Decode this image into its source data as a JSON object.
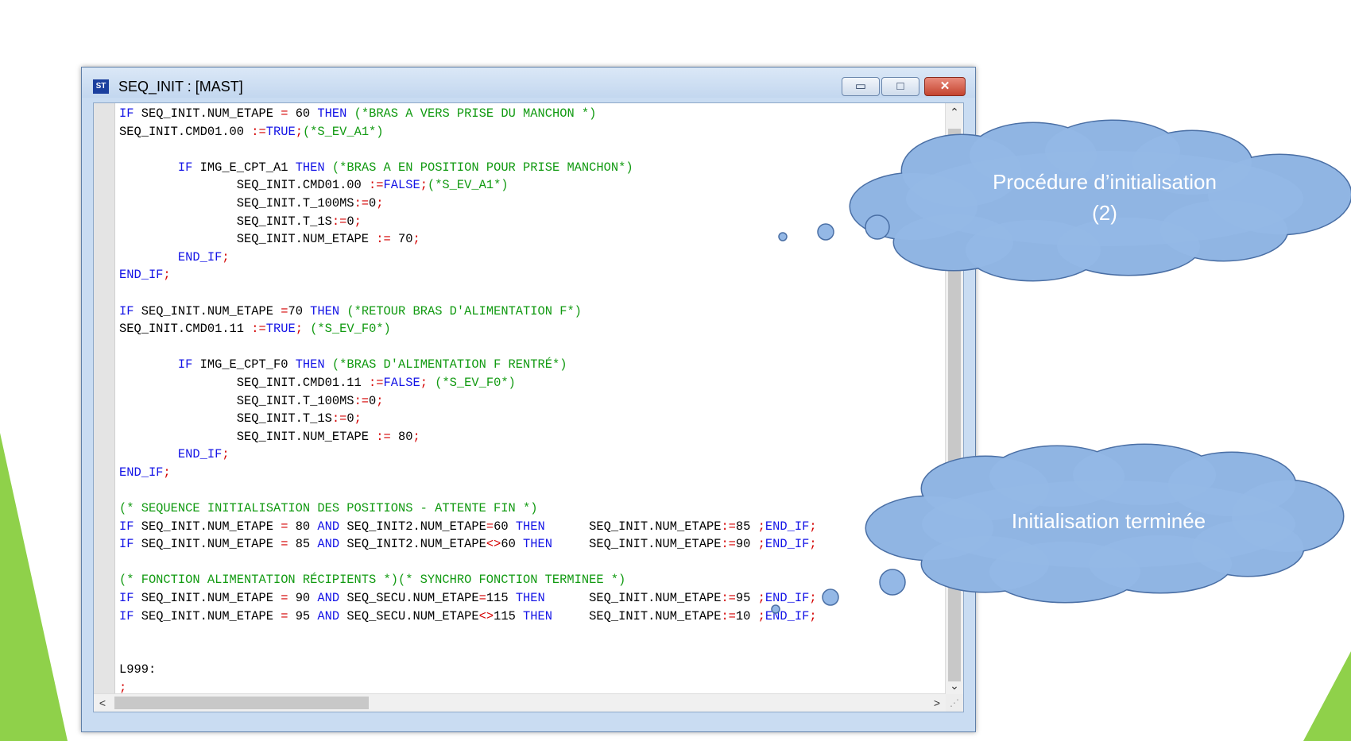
{
  "window": {
    "app_icon": "ST",
    "title": "SEQ_INIT : [MAST]",
    "buttons": {
      "minimize": "▭",
      "maximize": "□",
      "close": "✕"
    }
  },
  "code_lines": [
    [
      {
        "t": "k",
        "v": "IF"
      },
      {
        "t": "n",
        "v": " SEQ_INIT.NUM_ETAPE "
      },
      {
        "t": "o",
        "v": "="
      },
      {
        "t": "n",
        "v": " 60 "
      },
      {
        "t": "k",
        "v": "THEN"
      },
      {
        "t": "n",
        "v": " "
      },
      {
        "t": "c",
        "v": "(*BRAS A VERS PRISE DU MANCHON *)"
      }
    ],
    [
      {
        "t": "n",
        "v": "SEQ_INIT.CMD01.00 "
      },
      {
        "t": "o",
        "v": ":="
      },
      {
        "t": "k",
        "v": "TRUE"
      },
      {
        "t": "o",
        "v": ";"
      },
      {
        "t": "c",
        "v": "(*S_EV_A1*)"
      }
    ],
    [],
    [
      {
        "t": "n",
        "v": "        "
      },
      {
        "t": "k",
        "v": "IF"
      },
      {
        "t": "n",
        "v": " IMG_E_CPT_A1 "
      },
      {
        "t": "k",
        "v": "THEN"
      },
      {
        "t": "n",
        "v": " "
      },
      {
        "t": "c",
        "v": "(*BRAS A EN POSITION POUR PRISE MANCHON*)"
      }
    ],
    [
      {
        "t": "n",
        "v": "                SEQ_INIT.CMD01.00 "
      },
      {
        "t": "o",
        "v": ":="
      },
      {
        "t": "k",
        "v": "FALSE"
      },
      {
        "t": "o",
        "v": ";"
      },
      {
        "t": "c",
        "v": "(*S_EV_A1*)"
      }
    ],
    [
      {
        "t": "n",
        "v": "                SEQ_INIT.T_100MS"
      },
      {
        "t": "o",
        "v": ":="
      },
      {
        "t": "n",
        "v": "0"
      },
      {
        "t": "o",
        "v": ";"
      }
    ],
    [
      {
        "t": "n",
        "v": "                SEQ_INIT.T_1S"
      },
      {
        "t": "o",
        "v": ":="
      },
      {
        "t": "n",
        "v": "0"
      },
      {
        "t": "o",
        "v": ";"
      }
    ],
    [
      {
        "t": "n",
        "v": "                SEQ_INIT.NUM_ETAPE "
      },
      {
        "t": "o",
        "v": ":="
      },
      {
        "t": "n",
        "v": " 70"
      },
      {
        "t": "o",
        "v": ";"
      }
    ],
    [
      {
        "t": "n",
        "v": "        "
      },
      {
        "t": "k",
        "v": "END_IF"
      },
      {
        "t": "o",
        "v": ";"
      }
    ],
    [
      {
        "t": "k",
        "v": "END_IF"
      },
      {
        "t": "o",
        "v": ";"
      }
    ],
    [],
    [
      {
        "t": "k",
        "v": "IF"
      },
      {
        "t": "n",
        "v": " SEQ_INIT.NUM_ETAPE "
      },
      {
        "t": "o",
        "v": "="
      },
      {
        "t": "n",
        "v": "70 "
      },
      {
        "t": "k",
        "v": "THEN"
      },
      {
        "t": "n",
        "v": " "
      },
      {
        "t": "c",
        "v": "(*RETOUR BRAS D'ALIMENTATION F*)"
      }
    ],
    [
      {
        "t": "n",
        "v": "SEQ_INIT.CMD01.11 "
      },
      {
        "t": "o",
        "v": ":="
      },
      {
        "t": "k",
        "v": "TRUE"
      },
      {
        "t": "o",
        "v": ";"
      },
      {
        "t": "n",
        "v": " "
      },
      {
        "t": "c",
        "v": "(*S_EV_F0*)"
      }
    ],
    [],
    [
      {
        "t": "n",
        "v": "        "
      },
      {
        "t": "k",
        "v": "IF"
      },
      {
        "t": "n",
        "v": " IMG_E_CPT_F0 "
      },
      {
        "t": "k",
        "v": "THEN"
      },
      {
        "t": "n",
        "v": " "
      },
      {
        "t": "c",
        "v": "(*BRAS D'ALIMENTATION F RENTRÉ*)"
      }
    ],
    [
      {
        "t": "n",
        "v": "                SEQ_INIT.CMD01.11 "
      },
      {
        "t": "o",
        "v": ":="
      },
      {
        "t": "k",
        "v": "FALSE"
      },
      {
        "t": "o",
        "v": ";"
      },
      {
        "t": "n",
        "v": " "
      },
      {
        "t": "c",
        "v": "(*S_EV_F0*)"
      }
    ],
    [
      {
        "t": "n",
        "v": "                SEQ_INIT.T_100MS"
      },
      {
        "t": "o",
        "v": ":="
      },
      {
        "t": "n",
        "v": "0"
      },
      {
        "t": "o",
        "v": ";"
      }
    ],
    [
      {
        "t": "n",
        "v": "                SEQ_INIT.T_1S"
      },
      {
        "t": "o",
        "v": ":="
      },
      {
        "t": "n",
        "v": "0"
      },
      {
        "t": "o",
        "v": ";"
      }
    ],
    [
      {
        "t": "n",
        "v": "                SEQ_INIT.NUM_ETAPE "
      },
      {
        "t": "o",
        "v": ":="
      },
      {
        "t": "n",
        "v": " 80"
      },
      {
        "t": "o",
        "v": ";"
      }
    ],
    [
      {
        "t": "n",
        "v": "        "
      },
      {
        "t": "k",
        "v": "END_IF"
      },
      {
        "t": "o",
        "v": ";"
      }
    ],
    [
      {
        "t": "k",
        "v": "END_IF"
      },
      {
        "t": "o",
        "v": ";"
      }
    ],
    [],
    [
      {
        "t": "c",
        "v": "(* SEQUENCE INITIALISATION DES POSITIONS - ATTENTE FIN *)"
      }
    ],
    [
      {
        "t": "k",
        "v": "IF"
      },
      {
        "t": "n",
        "v": " SEQ_INIT.NUM_ETAPE "
      },
      {
        "t": "o",
        "v": "="
      },
      {
        "t": "n",
        "v": " 80 "
      },
      {
        "t": "k",
        "v": "AND"
      },
      {
        "t": "n",
        "v": " SEQ_INIT2.NUM_ETAPE"
      },
      {
        "t": "o",
        "v": "="
      },
      {
        "t": "n",
        "v": "60 "
      },
      {
        "t": "k",
        "v": "THEN"
      },
      {
        "t": "n",
        "v": "      SEQ_INIT.NUM_ETAPE"
      },
      {
        "t": "o",
        "v": ":="
      },
      {
        "t": "n",
        "v": "85 "
      },
      {
        "t": "o",
        "v": ";"
      },
      {
        "t": "k",
        "v": "END_IF"
      },
      {
        "t": "o",
        "v": ";"
      }
    ],
    [
      {
        "t": "k",
        "v": "IF"
      },
      {
        "t": "n",
        "v": " SEQ_INIT.NUM_ETAPE "
      },
      {
        "t": "o",
        "v": "="
      },
      {
        "t": "n",
        "v": " 85 "
      },
      {
        "t": "k",
        "v": "AND"
      },
      {
        "t": "n",
        "v": " SEQ_INIT2.NUM_ETAPE"
      },
      {
        "t": "o",
        "v": "<>"
      },
      {
        "t": "n",
        "v": "60 "
      },
      {
        "t": "k",
        "v": "THEN"
      },
      {
        "t": "n",
        "v": "     SEQ_INIT.NUM_ETAPE"
      },
      {
        "t": "o",
        "v": ":="
      },
      {
        "t": "n",
        "v": "90 "
      },
      {
        "t": "o",
        "v": ";"
      },
      {
        "t": "k",
        "v": "END_IF"
      },
      {
        "t": "o",
        "v": ";"
      }
    ],
    [],
    [
      {
        "t": "c",
        "v": "(* FONCTION ALIMENTATION RÉCIPIENTS *)(* SYNCHRO FONCTION TERMINEE *)"
      }
    ],
    [
      {
        "t": "k",
        "v": "IF"
      },
      {
        "t": "n",
        "v": " SEQ_INIT.NUM_ETAPE "
      },
      {
        "t": "o",
        "v": "="
      },
      {
        "t": "n",
        "v": " 90 "
      },
      {
        "t": "k",
        "v": "AND"
      },
      {
        "t": "n",
        "v": " SEQ_SECU.NUM_ETAPE"
      },
      {
        "t": "o",
        "v": "="
      },
      {
        "t": "n",
        "v": "115 "
      },
      {
        "t": "k",
        "v": "THEN"
      },
      {
        "t": "n",
        "v": "      SEQ_INIT.NUM_ETAPE"
      },
      {
        "t": "o",
        "v": ":="
      },
      {
        "t": "n",
        "v": "95 "
      },
      {
        "t": "o",
        "v": ";"
      },
      {
        "t": "k",
        "v": "END_IF"
      },
      {
        "t": "o",
        "v": ";"
      }
    ],
    [
      {
        "t": "k",
        "v": "IF"
      },
      {
        "t": "n",
        "v": " SEQ_INIT.NUM_ETAPE "
      },
      {
        "t": "o",
        "v": "="
      },
      {
        "t": "n",
        "v": " 95 "
      },
      {
        "t": "k",
        "v": "AND"
      },
      {
        "t": "n",
        "v": " SEQ_SECU.NUM_ETAPE"
      },
      {
        "t": "o",
        "v": "<>"
      },
      {
        "t": "n",
        "v": "115 "
      },
      {
        "t": "k",
        "v": "THEN"
      },
      {
        "t": "n",
        "v": "     SEQ_INIT.NUM_ETAPE"
      },
      {
        "t": "o",
        "v": ":="
      },
      {
        "t": "n",
        "v": "10 "
      },
      {
        "t": "o",
        "v": ";"
      },
      {
        "t": "k",
        "v": "END_IF"
      },
      {
        "t": "o",
        "v": ";"
      }
    ],
    [],
    [],
    [
      {
        "t": "n",
        "v": "L999:"
      }
    ],
    [
      {
        "t": "o",
        "v": ";"
      }
    ]
  ],
  "colors": {
    "keyword": "#1414e6",
    "comment": "#119a11",
    "operator": "#d40000",
    "cloud_fill": "#94b8e6",
    "cloud_stroke": "#4a6fa5",
    "accent_green": "#8fd14a"
  },
  "callouts": {
    "cloud1_line1": "Procédure d’initialisation",
    "cloud1_line2": "(2)",
    "cloud2_text": "Initialisation terminée"
  },
  "scrollbars": {
    "up": "⌃",
    "down": "⌄",
    "left": "<",
    "right": ">"
  }
}
